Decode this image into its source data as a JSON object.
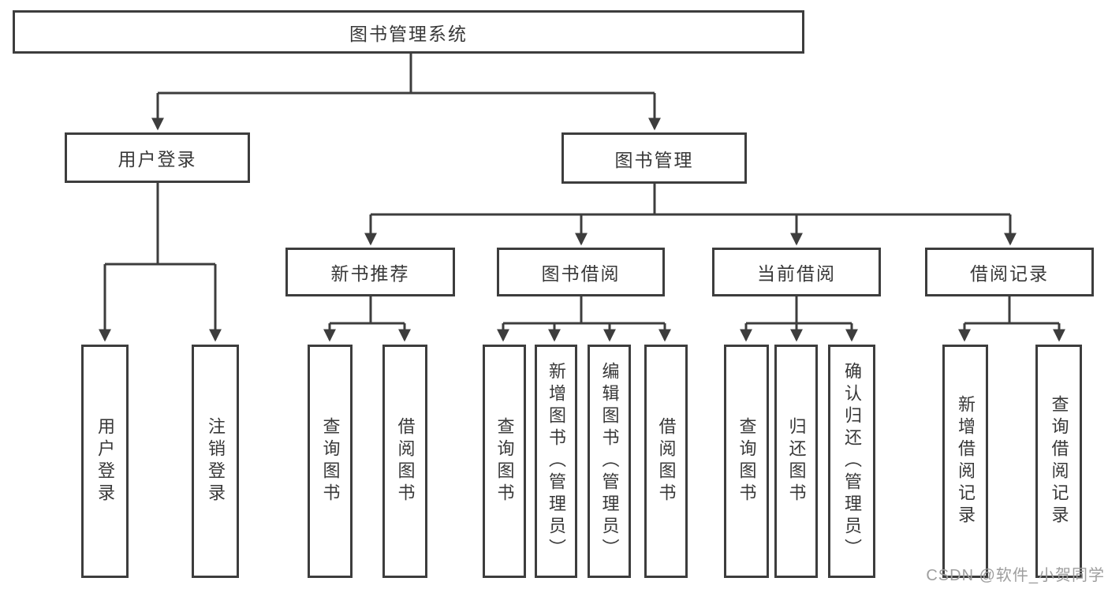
{
  "colors": {
    "line": "#3d3d3d",
    "text": "#383838",
    "watermark": "#9e9e9e",
    "background": "#ffffff"
  },
  "tree": {
    "root": {
      "label": "图书管理系统"
    },
    "branches": [
      {
        "label": "用户登录",
        "children": [
          {
            "label": "用户登录"
          },
          {
            "label": "注销登录"
          }
        ]
      },
      {
        "label": "图书管理",
        "children": [
          {
            "label": "新书推荐",
            "children": [
              {
                "label": "查询图书"
              },
              {
                "label": "借阅图书"
              }
            ]
          },
          {
            "label": "图书借阅",
            "children": [
              {
                "label": "查询图书"
              },
              {
                "label": "新增图书（管理员）"
              },
              {
                "label": "编辑图书（管理员）"
              },
              {
                "label": "借阅图书"
              }
            ]
          },
          {
            "label": "当前借阅",
            "children": [
              {
                "label": "查询图书"
              },
              {
                "label": "归还图书"
              },
              {
                "label": "确认归还（管理员）"
              }
            ]
          },
          {
            "label": "借阅记录",
            "children": [
              {
                "label": "新增借阅记录"
              },
              {
                "label": "查询借阅记录"
              }
            ]
          }
        ]
      }
    ]
  },
  "watermark": {
    "text": "CSDN @软件_小贺同学"
  }
}
